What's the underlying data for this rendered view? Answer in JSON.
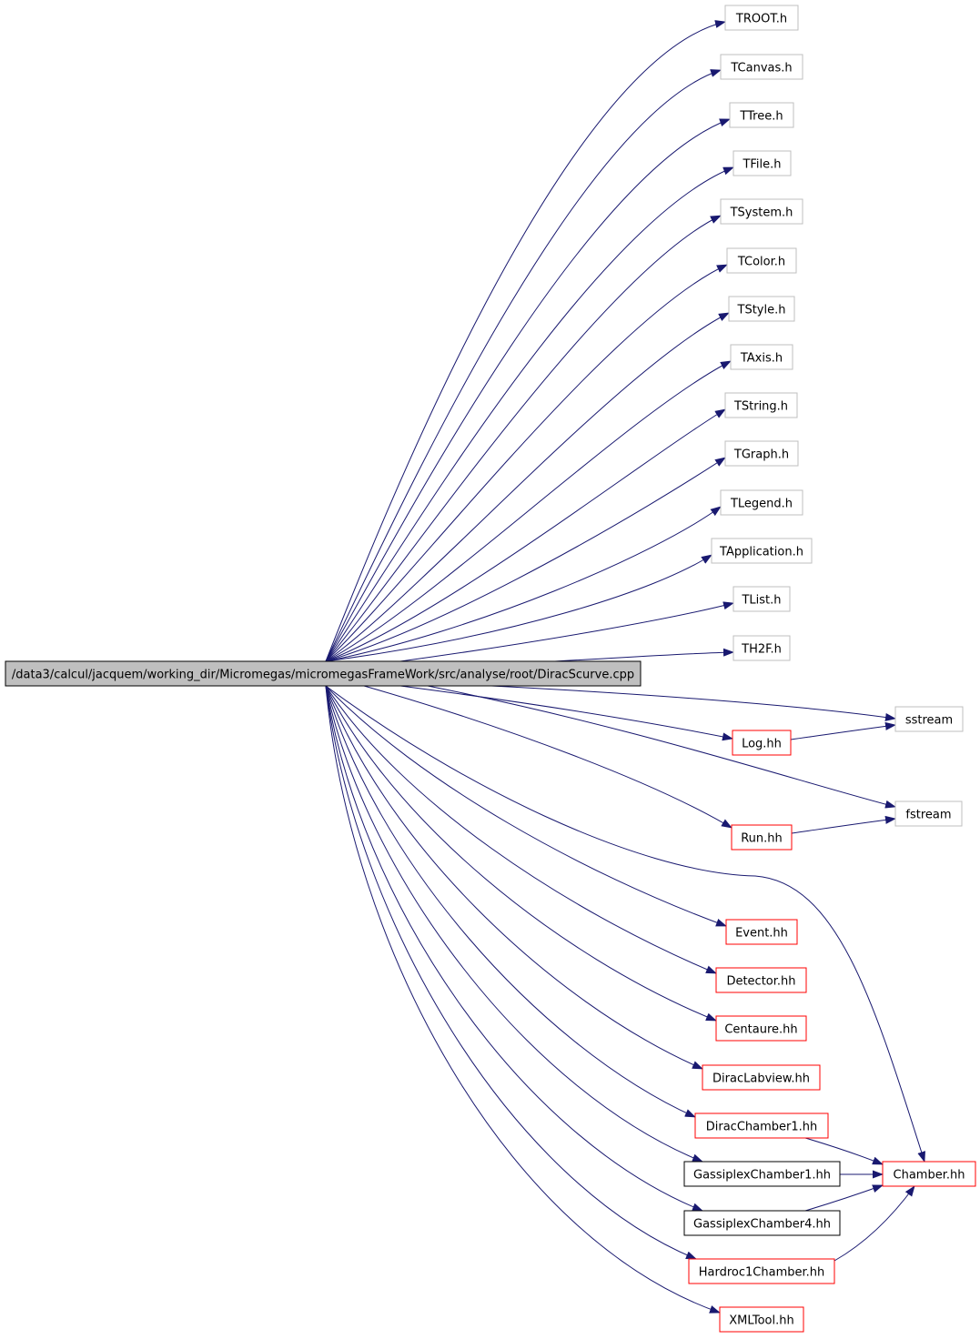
{
  "diagram": {
    "type": "include-dependency-graph",
    "edge_color": "#191970",
    "style_colors": {
      "root": "#bfbfbf",
      "external": "#bfbfbf",
      "documented": "#000000",
      "incomplete": "#ff0000"
    },
    "root": {
      "id": "root",
      "label": "/data3/calcul/jacquem/working_dir/Micromegas/micromegasFrameWork/src/analyse/root/DiracScurve.cpp",
      "style": "root"
    },
    "nodes": [
      {
        "id": "TROOT",
        "label": "TROOT.h",
        "style": "external"
      },
      {
        "id": "TCanvas",
        "label": "TCanvas.h",
        "style": "external"
      },
      {
        "id": "TTree",
        "label": "TTree.h",
        "style": "external"
      },
      {
        "id": "TFile",
        "label": "TFile.h",
        "style": "external"
      },
      {
        "id": "TSystem",
        "label": "TSystem.h",
        "style": "external"
      },
      {
        "id": "TColor",
        "label": "TColor.h",
        "style": "external"
      },
      {
        "id": "TStyle",
        "label": "TStyle.h",
        "style": "external"
      },
      {
        "id": "TAxis",
        "label": "TAxis.h",
        "style": "external"
      },
      {
        "id": "TString",
        "label": "TString.h",
        "style": "external"
      },
      {
        "id": "TGraph",
        "label": "TGraph.h",
        "style": "external"
      },
      {
        "id": "TLegend",
        "label": "TLegend.h",
        "style": "external"
      },
      {
        "id": "TApplication",
        "label": "TApplication.h",
        "style": "external"
      },
      {
        "id": "TList",
        "label": "TList.h",
        "style": "external"
      },
      {
        "id": "TH2F",
        "label": "TH2F.h",
        "style": "external"
      },
      {
        "id": "sstream",
        "label": "sstream",
        "style": "external"
      },
      {
        "id": "Log",
        "label": "Log.hh",
        "style": "incomplete"
      },
      {
        "id": "fstream",
        "label": "fstream",
        "style": "external"
      },
      {
        "id": "Run",
        "label": "Run.hh",
        "style": "incomplete"
      },
      {
        "id": "Event",
        "label": "Event.hh",
        "style": "incomplete"
      },
      {
        "id": "Detector",
        "label": "Detector.hh",
        "style": "incomplete"
      },
      {
        "id": "Centaure",
        "label": "Centaure.hh",
        "style": "incomplete"
      },
      {
        "id": "DiracLabview",
        "label": "DiracLabview.hh",
        "style": "incomplete"
      },
      {
        "id": "DiracChamber1",
        "label": "DiracChamber1.hh",
        "style": "incomplete"
      },
      {
        "id": "GassiplexChamber1",
        "label": "GassiplexChamber1.hh",
        "style": "documented"
      },
      {
        "id": "GassiplexChamber4",
        "label": "GassiplexChamber4.hh",
        "style": "documented"
      },
      {
        "id": "Hardroc1Chamber",
        "label": "Hardroc1Chamber.hh",
        "style": "incomplete"
      },
      {
        "id": "XMLTool",
        "label": "XMLTool.hh",
        "style": "incomplete"
      },
      {
        "id": "Chamber",
        "label": "Chamber.hh",
        "style": "incomplete"
      }
    ],
    "edges": [
      {
        "from": "root",
        "to": "TROOT"
      },
      {
        "from": "root",
        "to": "TCanvas"
      },
      {
        "from": "root",
        "to": "TTree"
      },
      {
        "from": "root",
        "to": "TFile"
      },
      {
        "from": "root",
        "to": "TSystem"
      },
      {
        "from": "root",
        "to": "TColor"
      },
      {
        "from": "root",
        "to": "TStyle"
      },
      {
        "from": "root",
        "to": "TAxis"
      },
      {
        "from": "root",
        "to": "TString"
      },
      {
        "from": "root",
        "to": "TGraph"
      },
      {
        "from": "root",
        "to": "TLegend"
      },
      {
        "from": "root",
        "to": "TApplication"
      },
      {
        "from": "root",
        "to": "TList"
      },
      {
        "from": "root",
        "to": "TH2F"
      },
      {
        "from": "root",
        "to": "sstream"
      },
      {
        "from": "root",
        "to": "Log"
      },
      {
        "from": "root",
        "to": "fstream"
      },
      {
        "from": "root",
        "to": "Run"
      },
      {
        "from": "root",
        "to": "Chamber"
      },
      {
        "from": "root",
        "to": "Event"
      },
      {
        "from": "root",
        "to": "Detector"
      },
      {
        "from": "root",
        "to": "Centaure"
      },
      {
        "from": "root",
        "to": "DiracLabview"
      },
      {
        "from": "root",
        "to": "DiracChamber1"
      },
      {
        "from": "root",
        "to": "GassiplexChamber1"
      },
      {
        "from": "root",
        "to": "GassiplexChamber4"
      },
      {
        "from": "root",
        "to": "Hardroc1Chamber"
      },
      {
        "from": "root",
        "to": "XMLTool"
      },
      {
        "from": "Log",
        "to": "sstream"
      },
      {
        "from": "Run",
        "to": "fstream"
      },
      {
        "from": "DiracChamber1",
        "to": "Chamber"
      },
      {
        "from": "GassiplexChamber1",
        "to": "Chamber"
      },
      {
        "from": "GassiplexChamber4",
        "to": "Chamber"
      },
      {
        "from": "Hardroc1Chamber",
        "to": "Chamber"
      }
    ]
  }
}
